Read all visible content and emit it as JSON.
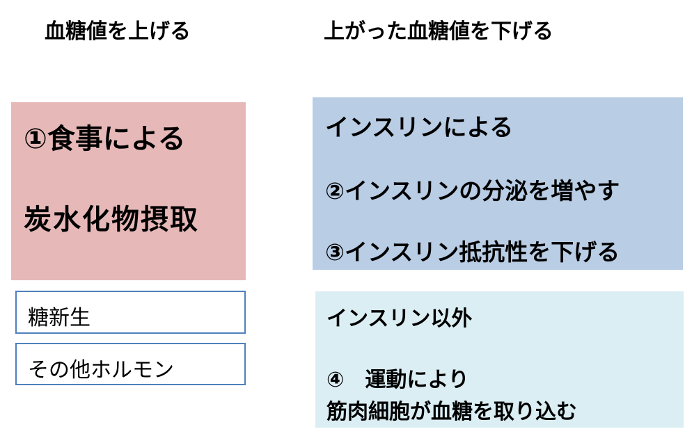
{
  "headings": {
    "raise": "血糖値を上げる",
    "lower": "上がった血糖値を下げる"
  },
  "raise_box": {
    "line1": "①食事による",
    "line2": "炭水化物摂取"
  },
  "raise_others": [
    "糖新生",
    "その他ホルモン"
  ],
  "insulin_box": {
    "title": "インスリンによる",
    "item1": "②インスリンの分泌を増やす",
    "item2": "③インスリン抵抗性を下げる"
  },
  "non_insulin_box": {
    "title": "インスリン以外",
    "item1": "④　運動により",
    "item2": "筋肉細胞が血糖を取り込む"
  },
  "colors": {
    "pink": "#e6b9b8",
    "blue": "#b9cde5",
    "light_blue": "#dbeef4",
    "outline": "#4f81bd"
  }
}
